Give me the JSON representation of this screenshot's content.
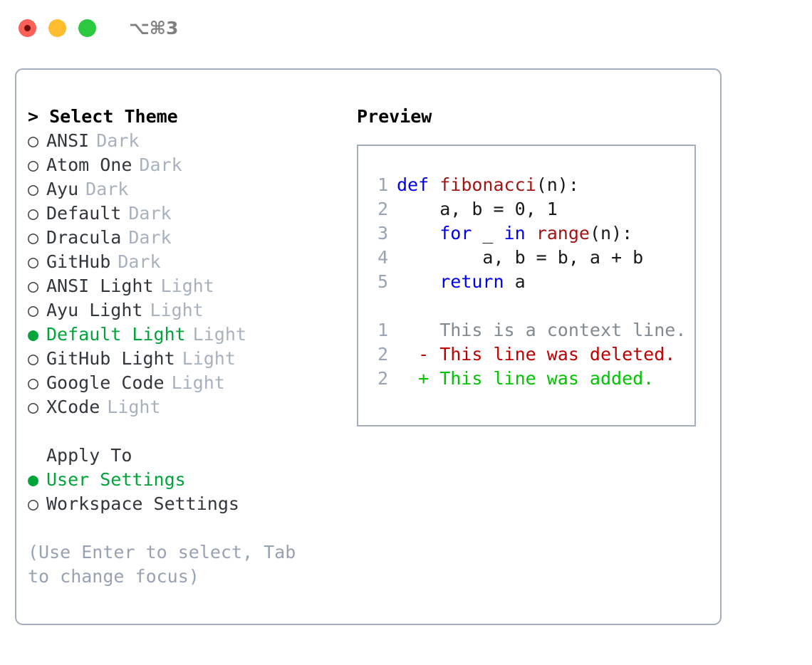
{
  "titlebar": {
    "shortcut": "⌥⌘3",
    "buttons": [
      {
        "name": "close",
        "color": "#fc5f57"
      },
      {
        "name": "minimize",
        "color": "#febc2e"
      },
      {
        "name": "zoom",
        "color": "#2ac940"
      }
    ]
  },
  "theme_picker": {
    "header": "> Select Theme",
    "marker_selected": "●",
    "marker_unselected": "○",
    "items": [
      {
        "label": "ANSI",
        "tag": "Dark",
        "selected": false
      },
      {
        "label": "Atom One",
        "tag": "Dark",
        "selected": false
      },
      {
        "label": "Ayu",
        "tag": "Dark",
        "selected": false
      },
      {
        "label": "Default",
        "tag": "Dark",
        "selected": false
      },
      {
        "label": "Dracula",
        "tag": "Dark",
        "selected": false
      },
      {
        "label": "GitHub",
        "tag": "Dark",
        "selected": false
      },
      {
        "label": "ANSI Light",
        "tag": "Light",
        "selected": false
      },
      {
        "label": "Ayu Light",
        "tag": "Light",
        "selected": false
      },
      {
        "label": "Default Light",
        "tag": "Light",
        "selected": true
      },
      {
        "label": "GitHub Light",
        "tag": "Light",
        "selected": false
      },
      {
        "label": "Google Code",
        "tag": "Light",
        "selected": false
      },
      {
        "label": "XCode",
        "tag": "Light",
        "selected": false
      }
    ]
  },
  "apply_to": {
    "header": "Apply To",
    "items": [
      {
        "label": "User Settings",
        "selected": true
      },
      {
        "label": "Workspace Settings",
        "selected": false
      }
    ]
  },
  "hint": "(Use Enter to select, Tab to change focus)",
  "preview": {
    "title": "Preview",
    "code_lines": [
      {
        "number": "1",
        "tokens": [
          {
            "text": "def ",
            "kind": "kw"
          },
          {
            "text": "fibonacci",
            "kind": "fn"
          },
          {
            "text": "(n):",
            "kind": "plain"
          }
        ]
      },
      {
        "number": "2",
        "tokens": [
          {
            "text": "    a, b = 0, 1",
            "kind": "plain"
          }
        ]
      },
      {
        "number": "3",
        "tokens": [
          {
            "text": "    ",
            "kind": "plain"
          },
          {
            "text": "for",
            "kind": "kw"
          },
          {
            "text": " _ ",
            "kind": "plain"
          },
          {
            "text": "in",
            "kind": "kw"
          },
          {
            "text": " ",
            "kind": "plain"
          },
          {
            "text": "range",
            "kind": "fn"
          },
          {
            "text": "(n):",
            "kind": "plain"
          }
        ]
      },
      {
        "number": "4",
        "tokens": [
          {
            "text": "        a, b = b, a + b",
            "kind": "plain"
          }
        ]
      },
      {
        "number": "5",
        "tokens": [
          {
            "text": "    ",
            "kind": "plain"
          },
          {
            "text": "return",
            "kind": "kw"
          },
          {
            "text": " a",
            "kind": "plain"
          }
        ]
      }
    ],
    "diff_lines": [
      {
        "number": "1",
        "marker": " ",
        "text": " This is a context line.",
        "kind": "ctx"
      },
      {
        "number": "2",
        "marker": "-",
        "text": " This line was deleted.",
        "kind": "del"
      },
      {
        "number": "2",
        "marker": "+",
        "text": " This line was added.",
        "kind": "add"
      }
    ]
  },
  "colors": {
    "accent_green": "#00a438",
    "border": "#a3adbb",
    "muted": "#a8b2bf",
    "hint": "#98a2b2",
    "keyword": "#0000ee",
    "function": "#a31515",
    "diff_add": "#00c400",
    "diff_del": "#c00000",
    "diff_ctx": "#808a90"
  }
}
